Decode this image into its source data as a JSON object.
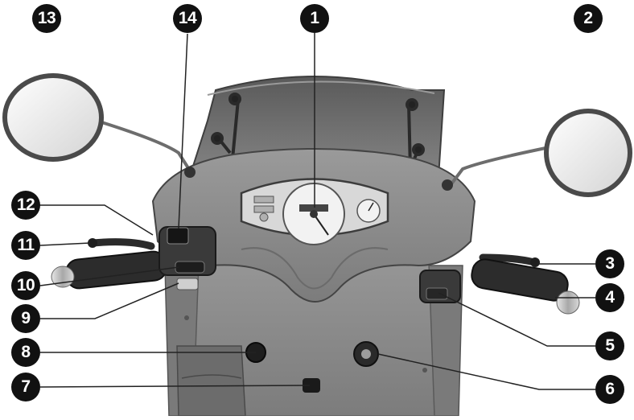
{
  "figure": {
    "description_hidden": null,
    "callouts": [
      {
        "id": "callout-1",
        "label": "1"
      },
      {
        "id": "callout-2",
        "label": "2"
      },
      {
        "id": "callout-3",
        "label": "3"
      },
      {
        "id": "callout-4",
        "label": "4"
      },
      {
        "id": "callout-5",
        "label": "5"
      },
      {
        "id": "callout-6",
        "label": "6"
      },
      {
        "id": "callout-7",
        "label": "7"
      },
      {
        "id": "callout-8",
        "label": "8"
      },
      {
        "id": "callout-9",
        "label": "9"
      },
      {
        "id": "callout-10",
        "label": "10"
      },
      {
        "id": "callout-11",
        "label": "11"
      },
      {
        "id": "callout-12",
        "label": "12"
      },
      {
        "id": "callout-13",
        "label": "13"
      },
      {
        "id": "callout-14",
        "label": "14"
      }
    ],
    "colors": {
      "callout_fill": "#111111",
      "callout_text": "#ffffff",
      "leader_line": "#222222",
      "body_gray": "#8d8d8d",
      "windscreen": "#6a6a6a"
    }
  }
}
